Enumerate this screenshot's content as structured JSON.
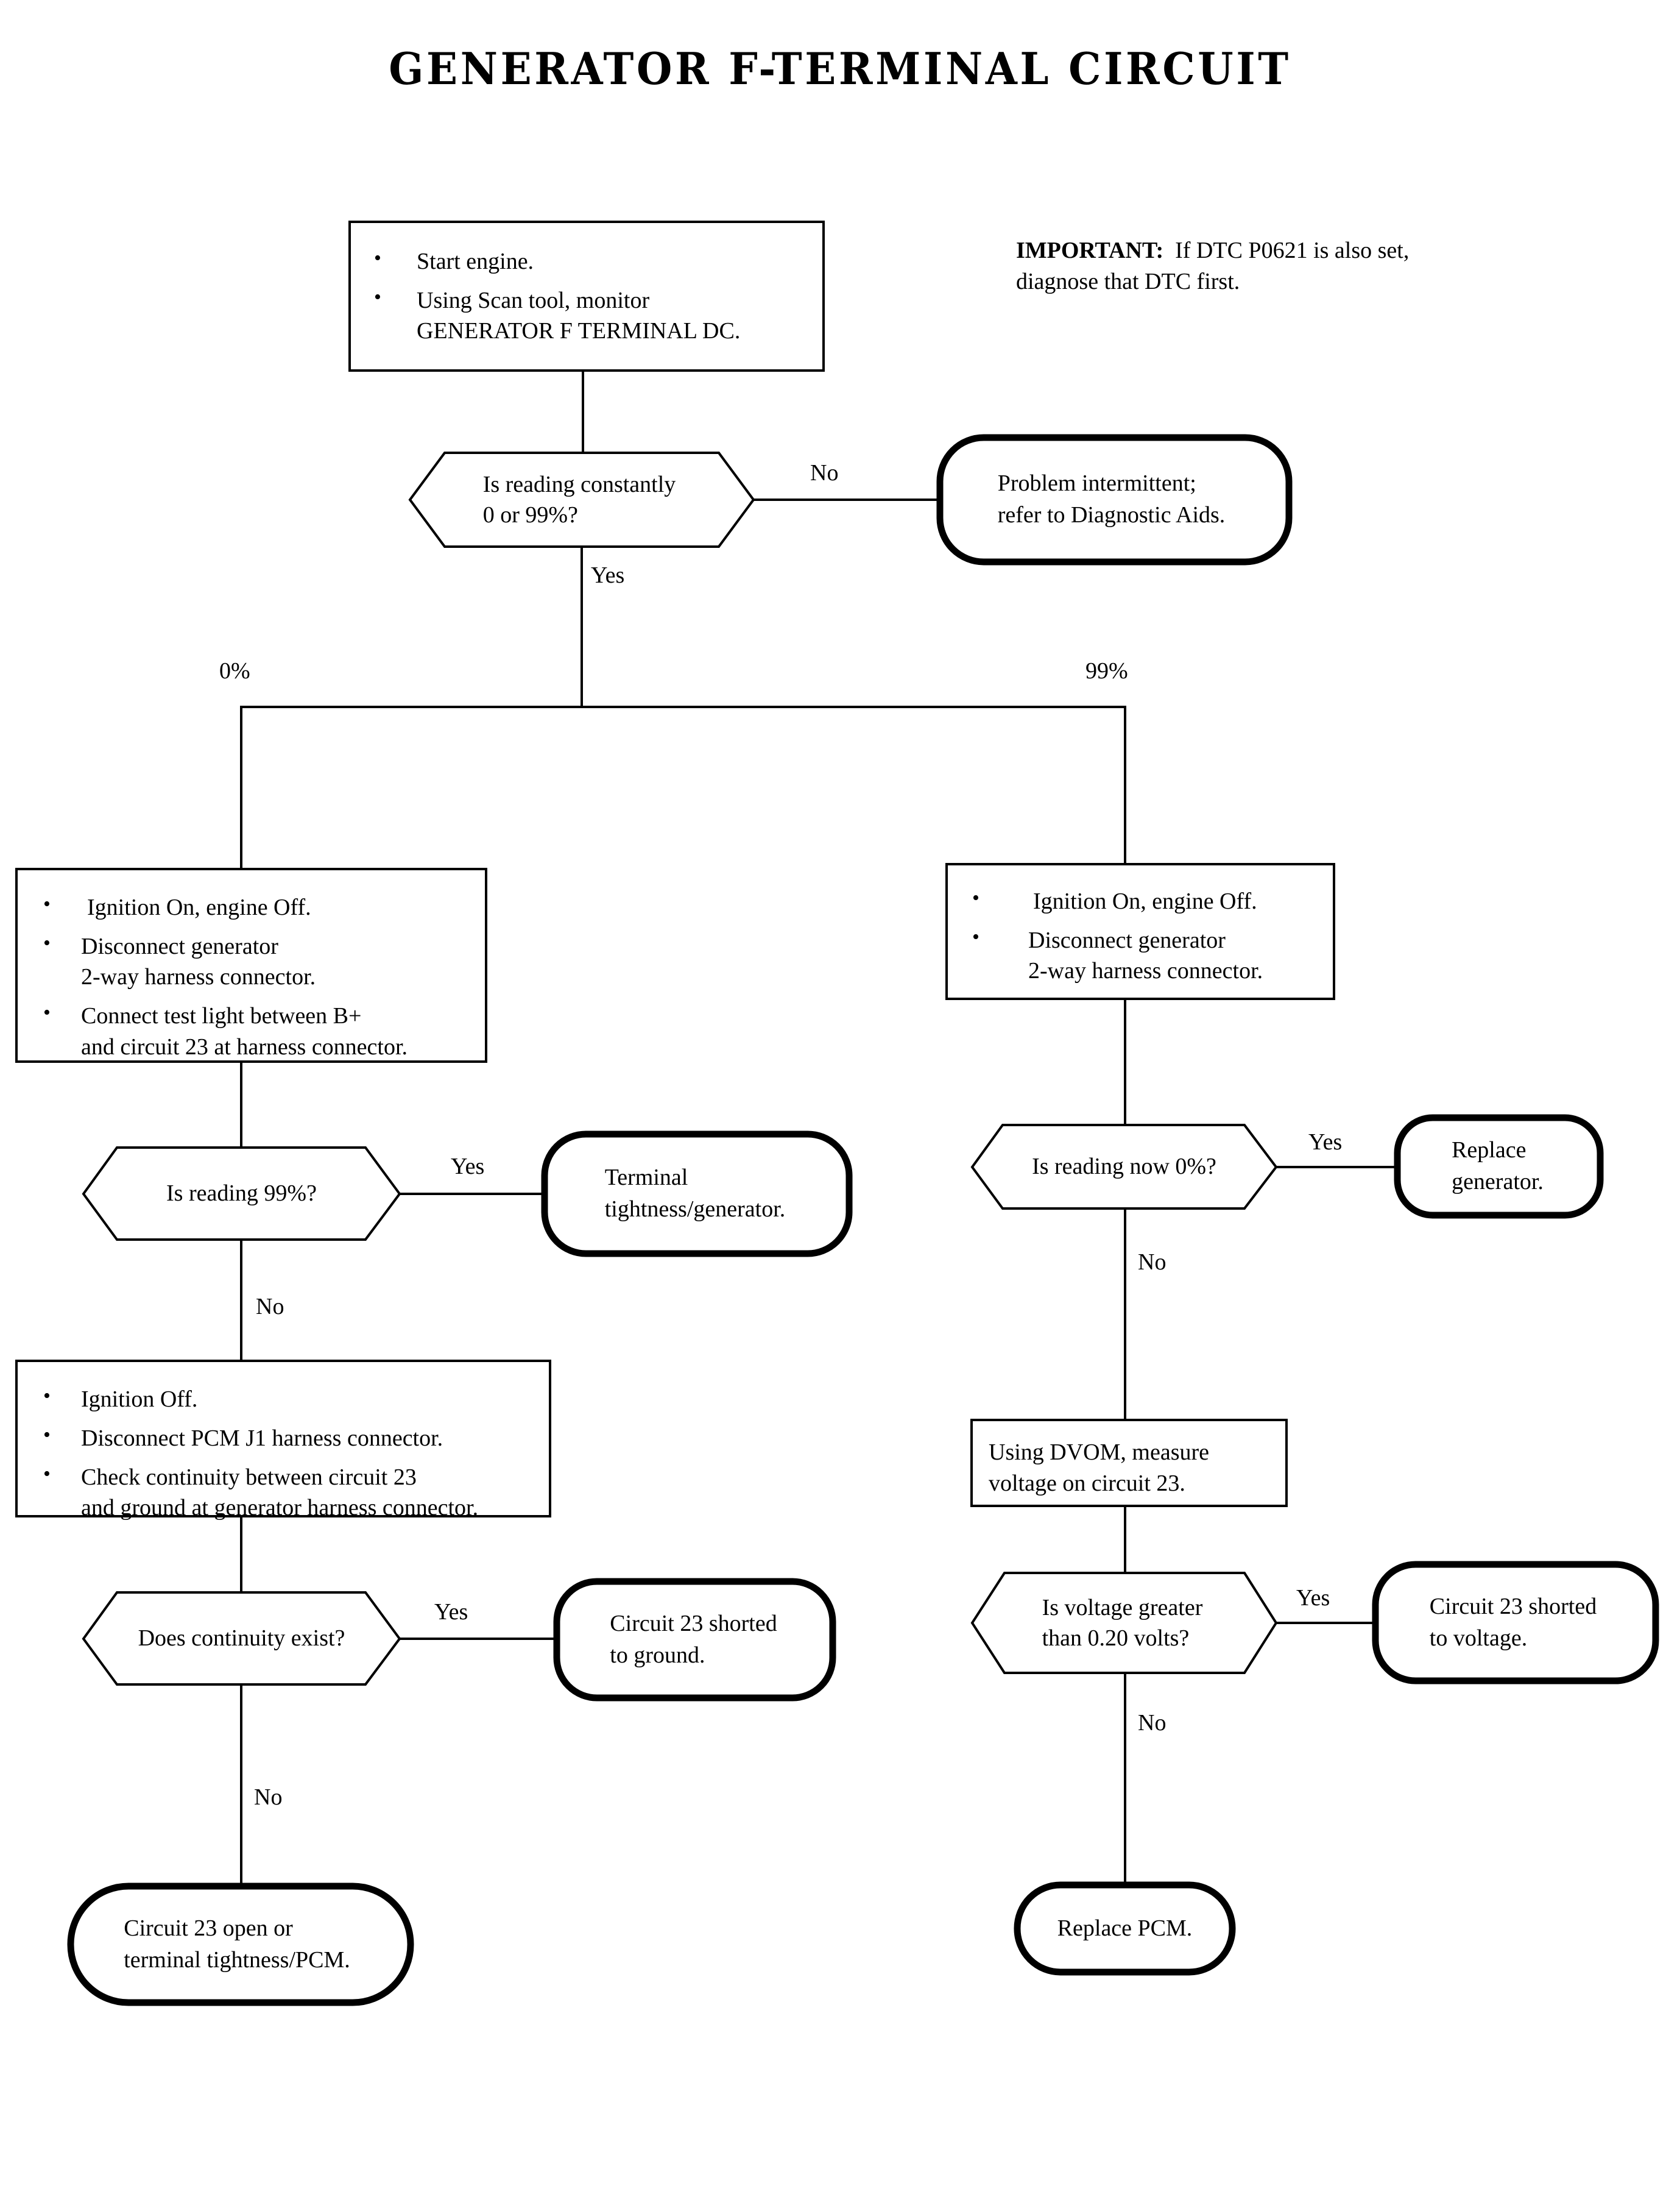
{
  "title": "GENERATOR F-TERMINAL CIRCUIT",
  "note": {
    "label": "IMPORTANT:",
    "text_line1": "If DTC P0621 is also set,",
    "text_line2": "diagnose that DTC first."
  },
  "nodes": {
    "start": {
      "type": "process",
      "bullets": [
        [
          "Start engine."
        ],
        [
          "Using Scan tool, monitor",
          "GENERATOR F TERMINAL DC."
        ]
      ]
    },
    "d_reading_constant": {
      "type": "decision",
      "lines": [
        "Is reading constantly",
        "0 or 99%?"
      ]
    },
    "t_intermittent": {
      "type": "terminal",
      "lines": [
        "Problem intermittent;",
        "refer to Diagnostic Aids."
      ]
    },
    "p_left_setup": {
      "type": "process",
      "bullets": [
        [
          "Ignition On, engine Off."
        ],
        [
          "Disconnect generator",
          "2-way harness connector."
        ],
        [
          "Connect test light between B+",
          "and circuit 23 at harness connector."
        ]
      ]
    },
    "p_right_setup": {
      "type": "process",
      "bullets": [
        [
          "Ignition On, engine Off."
        ],
        [
          "Disconnect generator",
          "2-way harness connector."
        ]
      ]
    },
    "d_reading_99": {
      "type": "decision",
      "lines": [
        "Is reading 99%?"
      ]
    },
    "t_terminal_tightness": {
      "type": "terminal",
      "lines": [
        "Terminal",
        "tightness/generator."
      ]
    },
    "d_reading_now_0": {
      "type": "decision",
      "lines": [
        "Is reading now 0%?"
      ]
    },
    "t_replace_generator": {
      "type": "terminal",
      "lines": [
        "Replace",
        "generator."
      ]
    },
    "p_left_continuity": {
      "type": "process",
      "bullets": [
        [
          "Ignition Off."
        ],
        [
          "Disconnect PCM J1 harness connector."
        ],
        [
          "Check continuity between circuit 23",
          "and ground at generator harness connector."
        ]
      ]
    },
    "p_dvom": {
      "type": "process",
      "lines": [
        "Using DVOM, measure",
        "voltage on circuit 23."
      ]
    },
    "d_continuity": {
      "type": "decision",
      "lines": [
        "Does continuity exist?"
      ]
    },
    "t_shorted_ground": {
      "type": "terminal",
      "lines": [
        "Circuit 23 shorted",
        "to ground."
      ]
    },
    "d_voltage": {
      "type": "decision",
      "lines": [
        "Is voltage greater",
        "than 0.20 volts?"
      ]
    },
    "t_shorted_voltage": {
      "type": "terminal",
      "lines": [
        "Circuit 23 shorted",
        "to voltage."
      ]
    },
    "t_open_or_pcm": {
      "type": "terminal",
      "lines": [
        "Circuit 23 open or",
        "terminal tightness/PCM."
      ]
    },
    "t_replace_pcm": {
      "type": "terminal",
      "lines": [
        "Replace PCM."
      ]
    }
  },
  "edge_labels": {
    "no_intermittent": "No",
    "yes_split": "Yes",
    "branch_0pct": "0%",
    "branch_99pct": "99%",
    "yes_terminal_tightness": "Yes",
    "no_to_continuity": "No",
    "yes_replace_generator": "Yes",
    "no_to_dvom": "No",
    "yes_shorted_ground": "Yes",
    "no_to_open": "No",
    "yes_shorted_voltage": "Yes",
    "no_to_replace_pcm": "No"
  },
  "colors": {
    "ink": "#000000",
    "paper": "#ffffff"
  }
}
